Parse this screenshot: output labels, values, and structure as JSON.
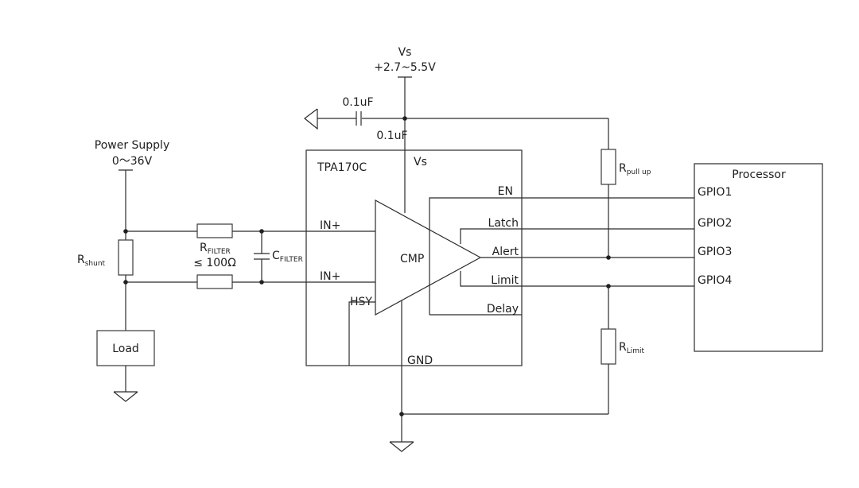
{
  "supply": {
    "vs_label": "Vs",
    "vs_range": "+2.7~5.5V",
    "decoupling_cap_top": "0.1uF",
    "decoupling_cap_below": "0.1uF"
  },
  "power_supply": {
    "title": "Power Supply",
    "range": "0～36V"
  },
  "shunt": {
    "main": "R",
    "sub": "shunt"
  },
  "filter_resistor": {
    "main": "R",
    "sub": "FILTER",
    "value": "≤ 100Ω"
  },
  "filter_cap": {
    "main": "C",
    "sub": "FILTER"
  },
  "load": {
    "label": "Load"
  },
  "chip": {
    "name": "TPA170C",
    "vs_pin": "Vs",
    "gnd_pin": "GND",
    "in_plus_top": "IN+",
    "in_plus_bottom": "IN+",
    "hsy_pin": "HSY",
    "comparator": "CMP",
    "pins": [
      "EN",
      "Latch",
      "Alert",
      "Limit",
      "Delay"
    ]
  },
  "pullup": {
    "main": "R",
    "sub": "pull up"
  },
  "limit_res": {
    "main": "R",
    "sub": "Limit"
  },
  "processor": {
    "title": "Processor",
    "gpios": [
      "GPIO1",
      "GPIO2",
      "GPIO3",
      "GPIO4"
    ]
  }
}
